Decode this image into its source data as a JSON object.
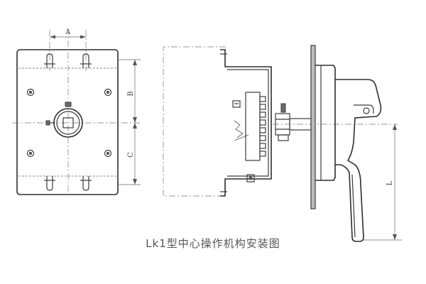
{
  "caption": "Lk1型中心操作机构安装图",
  "dimension_labels": {
    "a": "A",
    "b": "B",
    "c": "C",
    "l": "L"
  }
}
